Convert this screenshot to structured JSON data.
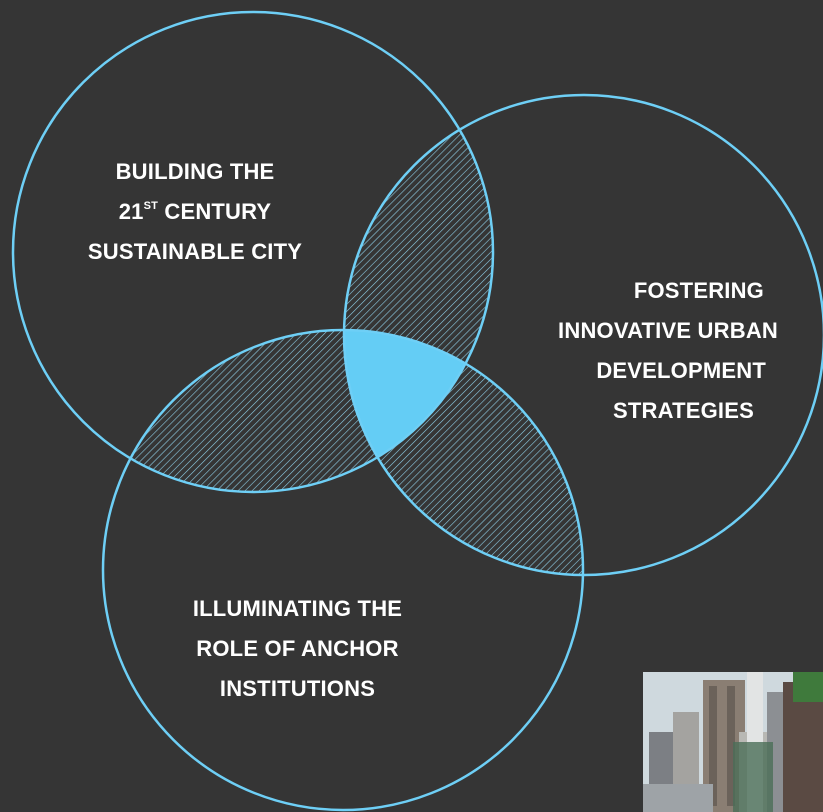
{
  "circles": [
    {
      "id": "a",
      "label_lines": [
        "BUILDING THE",
        "21",
        "ST",
        "CENTURY",
        "SUSTAINABLE CITY"
      ]
    },
    {
      "id": "b",
      "label_lines": [
        "FOSTERING",
        "INNOVATIVE URBAN",
        "DEVELOPMENT",
        "STRATEGIES"
      ]
    },
    {
      "id": "c",
      "label_lines": [
        "ILLUMINATING THE",
        "ROLE OF ANCHOR",
        "INSTITUTIONS"
      ]
    }
  ],
  "colors": {
    "background": "#353535",
    "circle_stroke": "#6ecff6",
    "center_fill": "#64cdf5",
    "hatch": "#8fcfe8",
    "label_text": "#ffffff"
  },
  "photo": {
    "icon": "city-skyline-photo"
  }
}
